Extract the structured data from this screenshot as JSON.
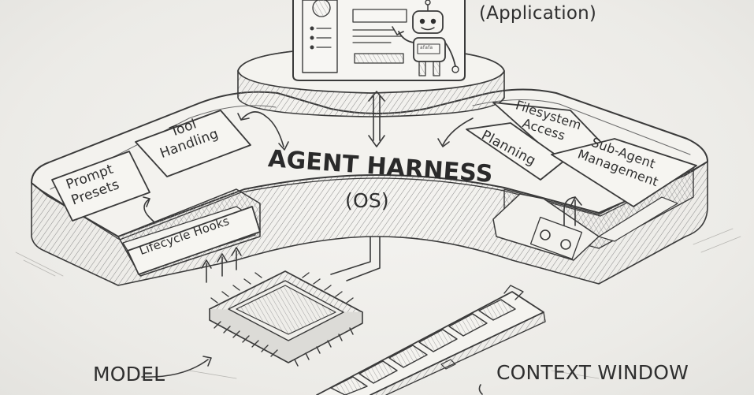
{
  "application": {
    "label": "(Application)"
  },
  "harness": {
    "title": "AGENT HARNESS",
    "subtitle": "(OS)"
  },
  "modules_left": {
    "prompt_presets": [
      "Prompt",
      "Presets"
    ],
    "tool_handling": [
      "Tool",
      "Handling"
    ],
    "lifecycle_hooks": "Lifecycle Hooks"
  },
  "modules_right": {
    "filesystem_access": [
      "Filesystem",
      "Access"
    ],
    "planning": "Planning",
    "sub_agent_management": [
      "Sub-Agent",
      "Management"
    ]
  },
  "hardware": {
    "model": "MODEL",
    "context_window": "CONTEXT WINDOW"
  },
  "robot_screen_text": "afafa"
}
